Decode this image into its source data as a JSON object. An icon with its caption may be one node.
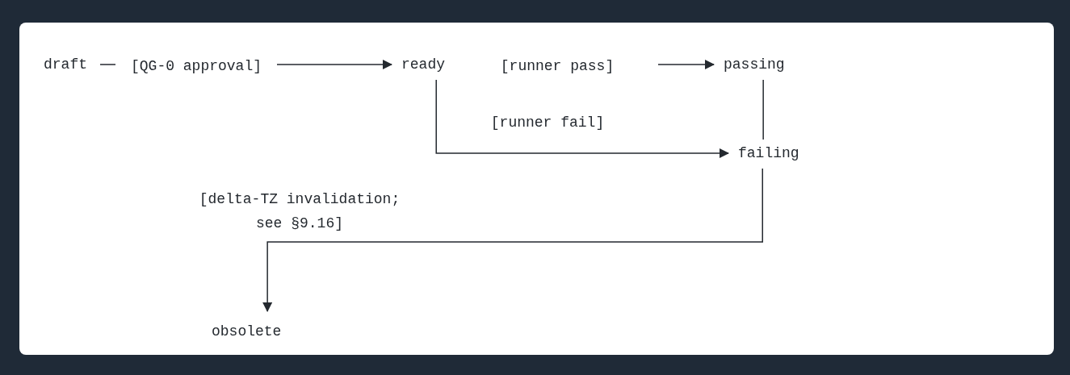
{
  "diagram": {
    "nodes": [
      {
        "text": [
          "draft"
        ]
      },
      {
        "text": [
          "ready"
        ]
      },
      {
        "text": [
          "passing"
        ]
      },
      {
        "text": [
          "failing"
        ]
      },
      {
        "text": [
          "obsolete"
        ]
      }
    ],
    "edges": [
      {
        "from": 0,
        "to": 1,
        "arrow": "to",
        "label": "[QG-0 approval]"
      },
      {
        "from": 1,
        "to": 2,
        "arrow": "to",
        "label": "[runner pass]"
      },
      {
        "from": 1,
        "to": 3,
        "arrow": "to",
        "label": "[runner fail]"
      },
      {
        "from": 2,
        "to": 3,
        "arrow": "none"
      },
      {
        "from": 3,
        "to": 4,
        "arrow": "to",
        "label": "[delta-TZ invalidation; see §9.16]"
      }
    ]
  }
}
